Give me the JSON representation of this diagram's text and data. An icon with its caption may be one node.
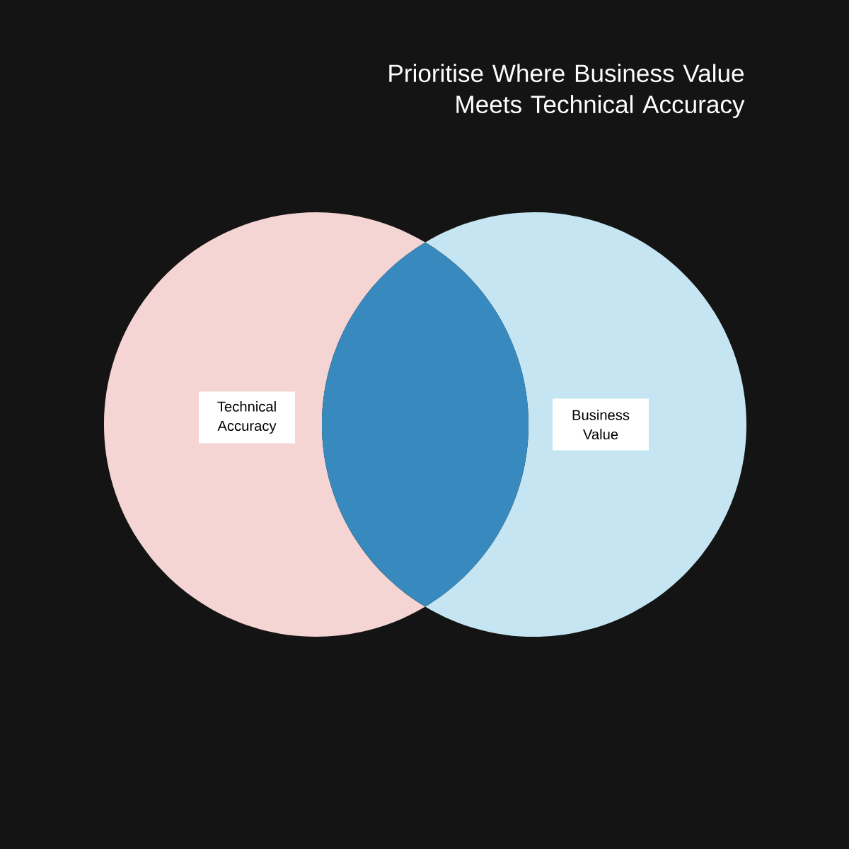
{
  "diagram": {
    "title": "Prioritise Where Business Value Meets Technical Accuracy",
    "nodes": [
      {
        "text": [],
        "shape": "circle"
      },
      {
        "text": [],
        "shape": "circle"
      },
      {
        "text": [],
        "shape": "lens"
      },
      {
        "text": [
          "Technical Accuracy"
        ],
        "in": 0
      },
      {
        "text": [
          "Business Value"
        ],
        "in": 1
      }
    ]
  }
}
